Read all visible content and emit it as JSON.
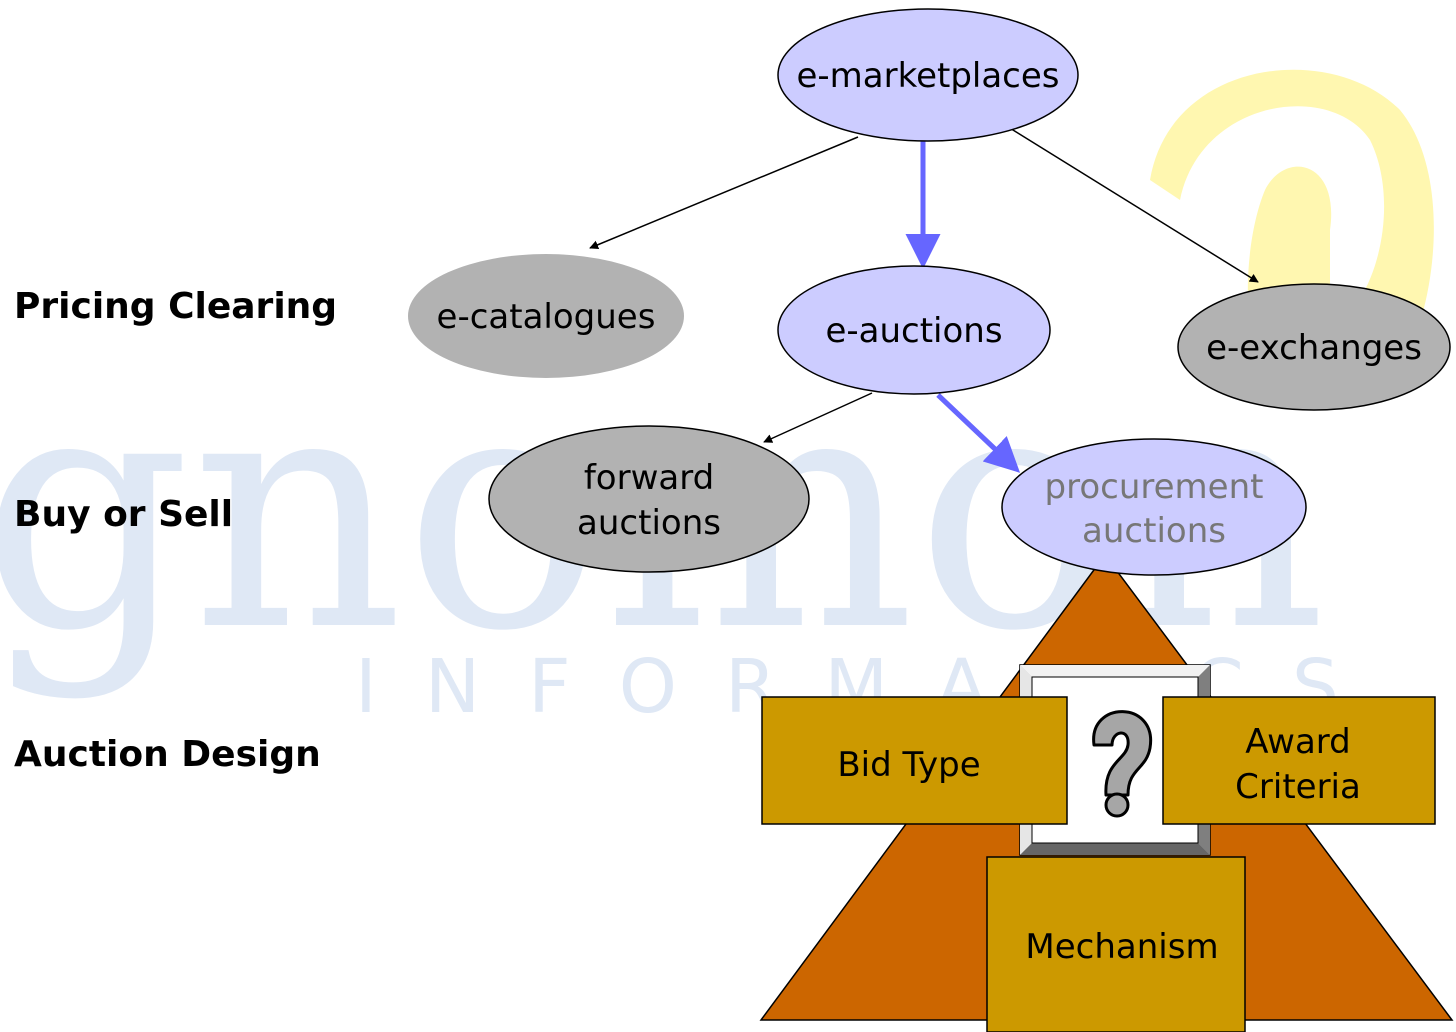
{
  "watermark": {
    "brand": "gnomon",
    "sub": "INFORMATICS SA",
    "logo_color": "#fff7b0",
    "text_color": "#dfe8f5"
  },
  "levels": {
    "pricing": "Pricing Clearing",
    "buy_sell": "Buy or Sell",
    "design": "Auction Design"
  },
  "nodes": {
    "marketplaces": "e-marketplaces",
    "catalogues": "e-catalogues",
    "auctions": "e-auctions",
    "exchanges": "e-exchanges",
    "forward_1": "forward",
    "forward_2": "auctions",
    "procurement_1": "procurement",
    "procurement_2": "auctions"
  },
  "design": {
    "bid_type": "Bid Type",
    "award_1": "Award",
    "award_2": "Criteria",
    "mechanism": "Mechanism",
    "center_icon": "question-mark-icon"
  },
  "colors": {
    "selected_node": "#ccccff",
    "other_node": "#b2b2b2",
    "highlight_arrow": "#6666ff",
    "pyramid": "#cc6600",
    "box": "#cc9900",
    "muted_text": "#777777"
  }
}
